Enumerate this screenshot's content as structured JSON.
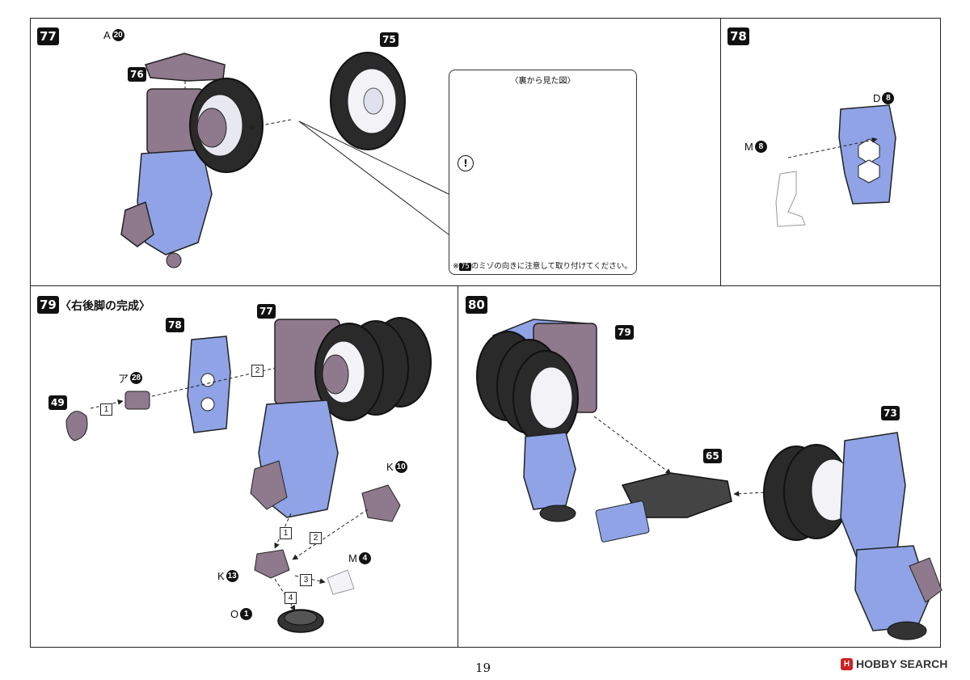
{
  "steps": [
    {
      "number": "77",
      "title": ""
    },
    {
      "number": "78",
      "title": ""
    },
    {
      "number": "79",
      "title": "〈右後脚の完成〉"
    },
    {
      "number": "80",
      "title": ""
    }
  ],
  "step77": {
    "parts": {
      "a20_letter": "A",
      "a20_num": "20",
      "p76": "76",
      "p75": "75"
    },
    "inset": {
      "title": "〈裏から見た図〉",
      "warning_icon": "warning-exclamation-icon",
      "note_mark": "※",
      "note_ref": "75",
      "note": "のミゾの向きに注意して取り付けてください。"
    }
  },
  "step78": {
    "parts": {
      "d8_letter": "D",
      "d8_num": "8",
      "m8_letter": "M",
      "m8_num": "8"
    }
  },
  "step79": {
    "parts": {
      "p78": "78",
      "p77": "77",
      "a28_letter": "ア",
      "a28_num": "28",
      "p49": "49",
      "k10_letter": "K",
      "k10_num": "10",
      "k13_letter": "K",
      "k13_num": "13",
      "m4_letter": "M",
      "m4_num": "4",
      "o1_letter": "O",
      "o1_num": "1"
    },
    "sequence": [
      "1",
      "2",
      "1",
      "2",
      "3",
      "4"
    ]
  },
  "step80": {
    "parts": {
      "p79": "79",
      "p65": "65",
      "p73": "73"
    }
  },
  "colors": {
    "purple_part": "#8e7a8c",
    "blue_part": "#8fa3e6",
    "tire": "#2a2a2a",
    "line": "#222222"
  },
  "footer": {
    "page_number": "19",
    "watermark_text": "HOBBY SEARCH",
    "watermark_icon": "hobby-search-logo-icon"
  }
}
